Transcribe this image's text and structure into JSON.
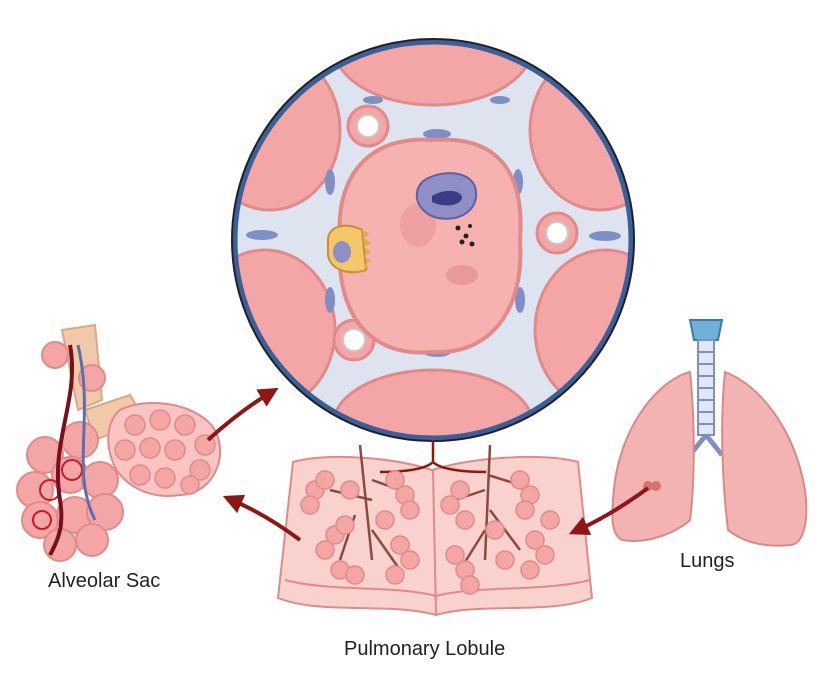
{
  "labels": {
    "alveolar_sac": "Alveolar Sac",
    "pulmonary_lobule": "Pulmonary Lobule",
    "lungs": "Lungs"
  },
  "colors": {
    "alveolus_pink": "#f4a6a6",
    "alveolus_light": "#f9c4c2",
    "interstitium": "#dde3ef",
    "capillary_blue": "#7f8fc4",
    "magnifier_ring": "#3b5f9a",
    "arrow_red": "#8e1616",
    "artery_red": "#c8182b",
    "vein_blue": "#5a6fb0",
    "macrophage_purple": "#8e8fc7",
    "type2_cell": "#f5c76a",
    "skin_tan": "#f2c9a8"
  }
}
